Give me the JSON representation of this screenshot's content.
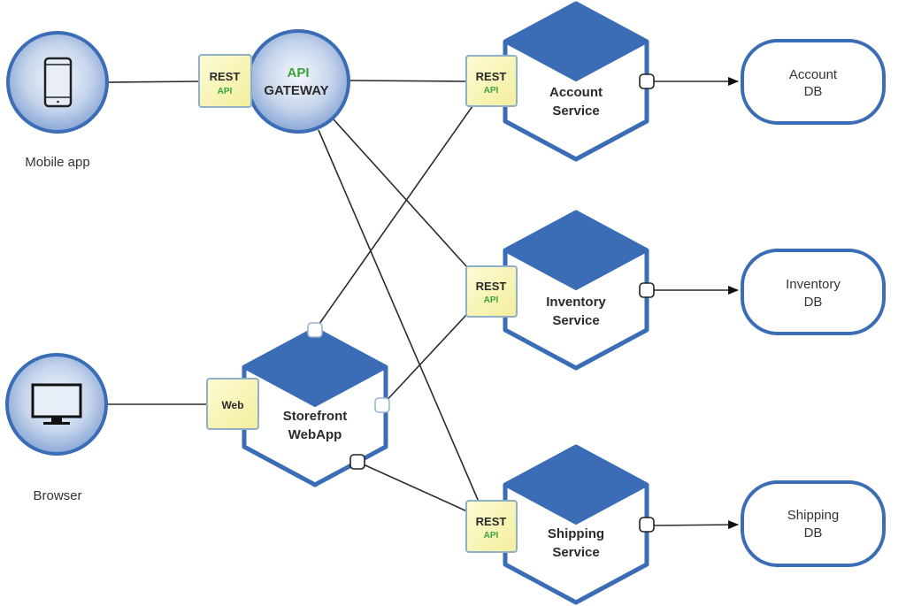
{
  "clients": {
    "mobile": {
      "label": "Mobile app",
      "icon": "smartphone-icon"
    },
    "browser": {
      "label": "Browser",
      "icon": "monitor-icon"
    }
  },
  "gateway": {
    "line1": "API",
    "line2": "GATEWAY"
  },
  "ports": {
    "rest_top": "REST",
    "rest_sub": "API",
    "web": "Web"
  },
  "services": {
    "account": {
      "line1": "Account",
      "line2": "Service"
    },
    "inventory": {
      "line1": "Inventory",
      "line2": "Service"
    },
    "shipping": {
      "line1": "Shipping",
      "line2": "Service"
    },
    "storefront": {
      "line1": "Storefront",
      "line2": "WebApp"
    }
  },
  "databases": {
    "account": {
      "line1": "Account",
      "line2": "DB"
    },
    "inventory": {
      "line1": "Inventory",
      "line2": "DB"
    },
    "shipping": {
      "line1": "Shipping",
      "line2": "DB"
    }
  },
  "colors": {
    "blue": "#3a6db5",
    "port_fill": "#fbf7b8",
    "port_stroke": "#8fb0c8",
    "api_green": "#3aa53a",
    "line": "#2b2b2b"
  }
}
